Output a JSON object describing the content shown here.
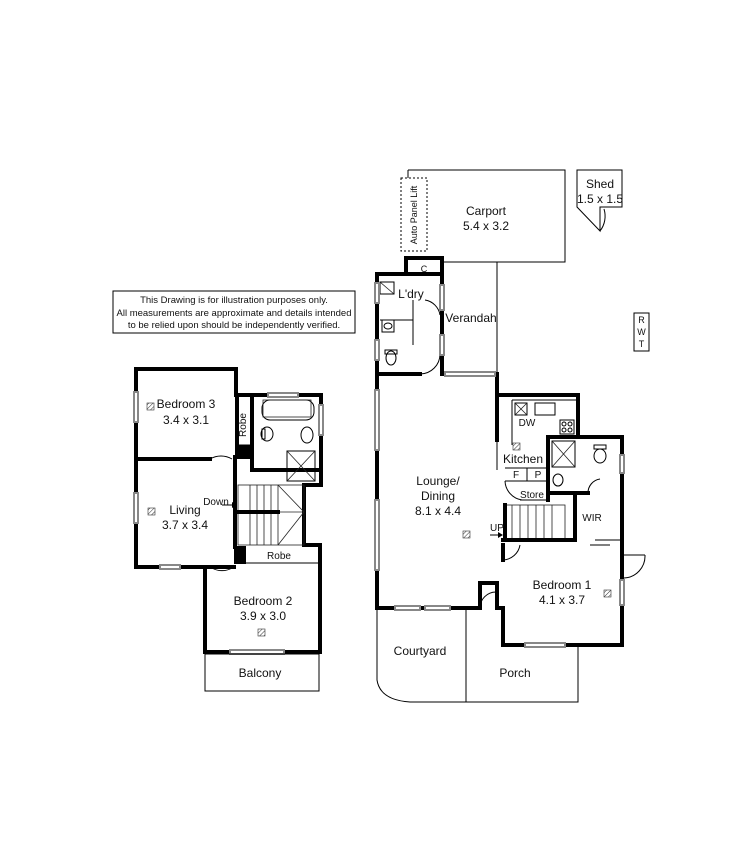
{
  "disclaimer": {
    "line1": "This Drawing is for illustration purposes only.",
    "line2": "All measurements are approximate and details intended",
    "line3": "to be relied upon should be independently verified."
  },
  "rwt": {
    "r": "R",
    "w": "W",
    "t": "T"
  },
  "upper_floor": {
    "bedroom3": {
      "name": "Bedroom 3",
      "size": "3.4 x 3.1"
    },
    "robe_vertical": "Robe",
    "living": {
      "name": "Living",
      "size": "3.7 x 3.4"
    },
    "down": "Down",
    "robe_horizontal": "Robe",
    "bedroom2": {
      "name": "Bedroom 2",
      "size": "3.9 x 3.0"
    },
    "balcony": "Balcony"
  },
  "ground_floor": {
    "carport": {
      "name": "Carport",
      "size": "5.4 x 3.2"
    },
    "auto_panel_lift": "Auto Panel Lift",
    "shed": {
      "name": "Shed",
      "size": "1.5 x 1.5"
    },
    "c_label": "C",
    "laundry": "L'dry",
    "verandah": "Verandah",
    "lounge": {
      "line1": "Lounge/",
      "line2": "Dining",
      "size": "8.1 x 4.4"
    },
    "dw": "DW",
    "kitchen": "Kitchen",
    "f_label": "F",
    "p_label": "P",
    "store": "Store",
    "up": "UP",
    "wir": "WIR",
    "bedroom1": {
      "name": "Bedroom 1",
      "size": "4.1 x 3.7"
    },
    "courtyard": "Courtyard",
    "porch": "Porch"
  }
}
